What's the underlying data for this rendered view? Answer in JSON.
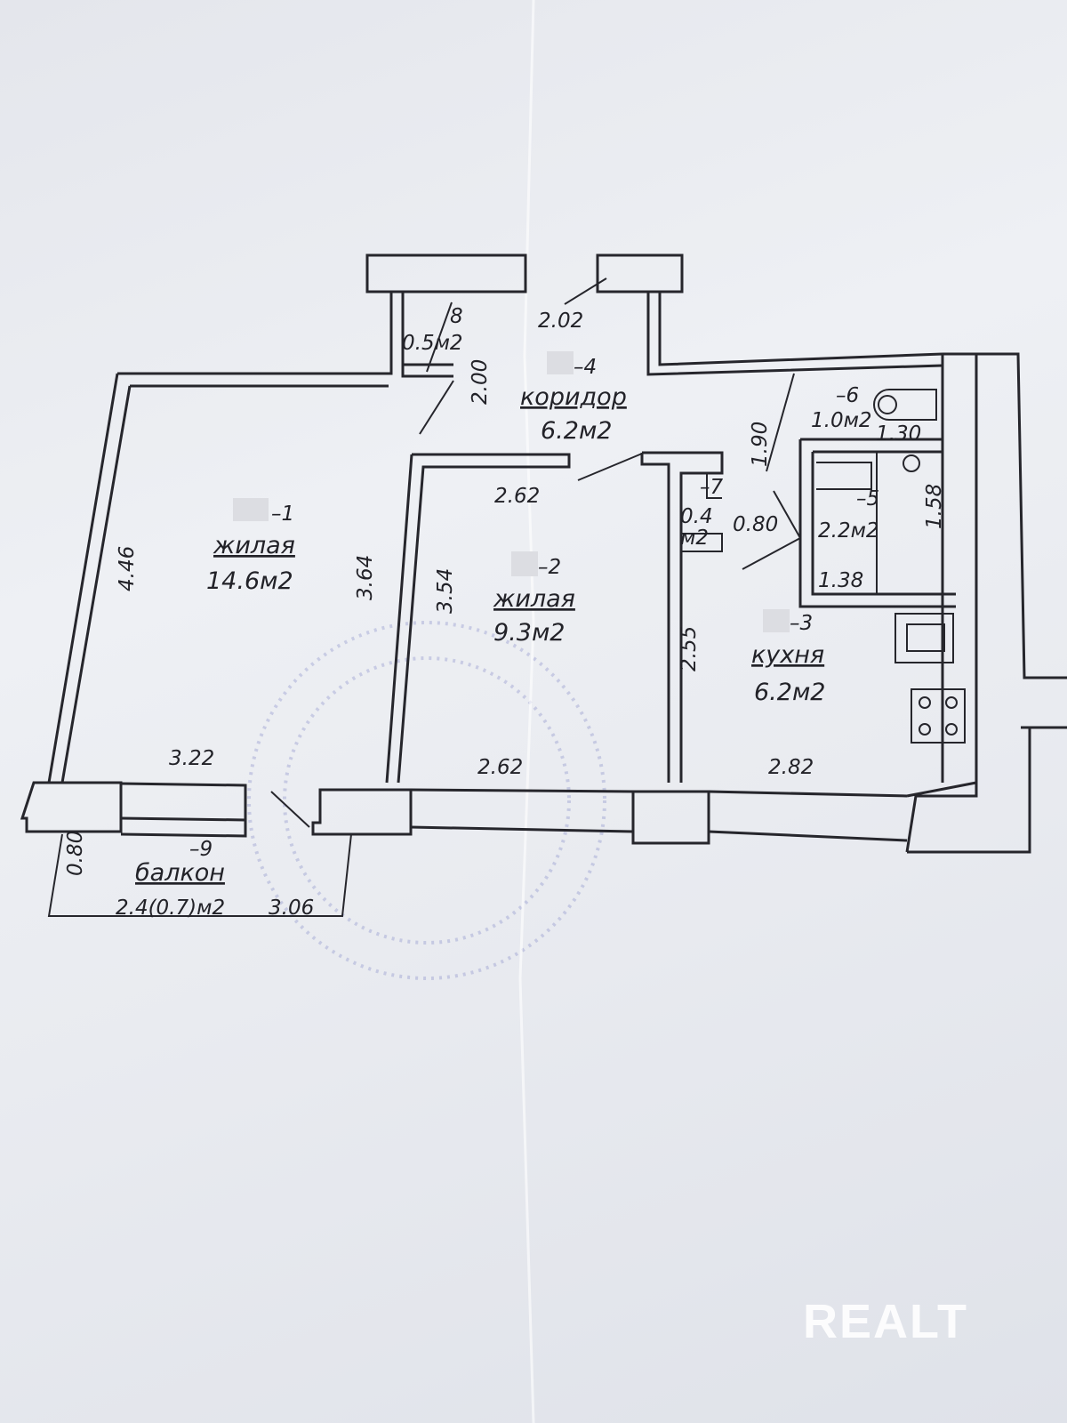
{
  "rooms": {
    "r8": {
      "num": "8",
      "area": "0.5м2"
    },
    "r4": {
      "num": "–4",
      "name": "коридор",
      "area": "6.2м2"
    },
    "r6": {
      "num": "–6",
      "area": "1.0м2"
    },
    "r7": {
      "num": "–7",
      "area_a": "0.4",
      "area_b": "м2"
    },
    "r5": {
      "num": "–5",
      "area": "2.2м2"
    },
    "r1": {
      "num": "–1",
      "name": "жилая",
      "area": "14.6м2"
    },
    "r2": {
      "num": "–2",
      "name": "жилая",
      "area": "9.3м2"
    },
    "r3": {
      "num": "–3",
      "name": "кухня",
      "area": "6.2м2"
    },
    "r9": {
      "num": "–9",
      "name": "балкон",
      "area": "2.4(0.7)м2"
    }
  },
  "dimensions": {
    "d200": "2.00",
    "d202": "2.02",
    "d130": "1.30",
    "d190": "1.90",
    "d262a": "2.62",
    "d080a": "0.80",
    "d158": "1.58",
    "d138": "1.38",
    "d446": "4.46",
    "d364": "3.64",
    "d354": "3.54",
    "d255": "2.55",
    "d322": "3.22",
    "d262b": "2.62",
    "d282": "2.82",
    "d306": "3.06",
    "d080b": "0.80"
  },
  "watermark": "REALT"
}
